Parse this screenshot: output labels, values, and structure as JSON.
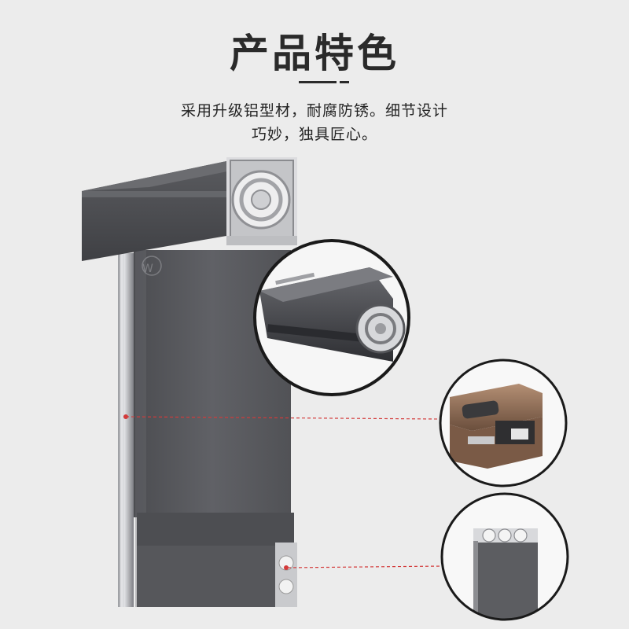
{
  "heading": {
    "title": "产品特色",
    "line1": "采用升级铝型材，耐腐防锈。细节设计",
    "line2": "巧妙，独具匠心。"
  },
  "illustration": {
    "subject": "aluminium roller blind frame with zoomed detail views",
    "detail_callouts": [
      "top-cassette-detail",
      "side-rail-detail",
      "bottom-bar-detail"
    ],
    "colors": {
      "background": "#ececec",
      "frame": "#4a4b4f",
      "fabric": "#58595d",
      "callout_line": "#d33a3a",
      "bronze": "#8a6a55"
    }
  }
}
